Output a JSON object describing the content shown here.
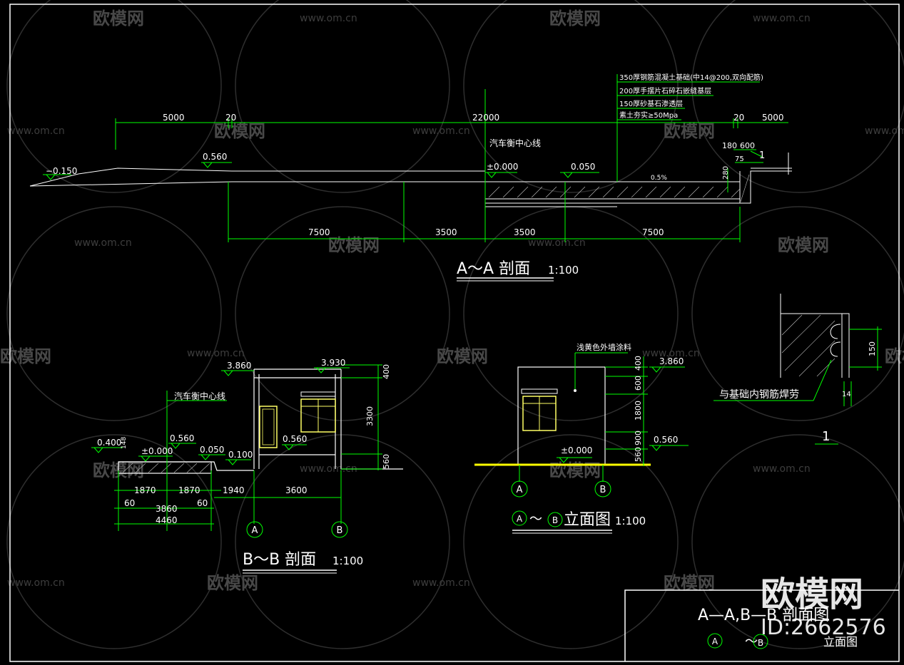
{
  "colors": {
    "background": "#000000",
    "line": "#ffffff",
    "dimension": "#00ff00",
    "hatch": "#c0c0c0",
    "ground": "#ffff00",
    "window": "#ffff66",
    "watermark": "#3c3c3c"
  },
  "watermark": {
    "site": "www.om.cn",
    "brand": "欧模网",
    "big_brand": "欧模网",
    "big_id": "ID:2662576"
  },
  "section_aa": {
    "title": "A～A 剖面",
    "scale": "1:100",
    "top_dims": [
      "5000",
      "20",
      "22000",
      "20",
      "5000"
    ],
    "bottom_dims": [
      "7500",
      "3500",
      "3500",
      "7500"
    ],
    "elev_left": "−0.150",
    "elev_ramp": "0.560",
    "elev_zero": "±0.000",
    "elev_slab": "0.050",
    "slope": "0.5%",
    "centerline": "汽车衡中心线",
    "edge_dims": [
      "180",
      "600",
      "75",
      "280"
    ],
    "detail_ref": "1",
    "layers": [
      "350厚钢筋混凝土基础(中14@200,双向配筋)",
      "200厚手摆片石碎石嵌缝基层",
      "150厚砂基石渗透层",
      "素土夯实≥50Mpa"
    ]
  },
  "section_bb": {
    "title": "B～B 剖面",
    "scale": "1:100",
    "centerline": "汽车衡中心线",
    "elevations": [
      "3.860",
      "3.930",
      "0.400",
      "0.560",
      "±0.000",
      "0.050",
      "0.100",
      "0.560"
    ],
    "small_dim": "148",
    "right_dims": [
      "400",
      "3300",
      "560"
    ],
    "bottom_dims_1": [
      "1870",
      "1870",
      "1940",
      "3600"
    ],
    "bottom_dims_2": [
      "60",
      "60"
    ],
    "bottom_dims_3": [
      "3860"
    ],
    "bottom_dims_4": [
      "4460"
    ],
    "axis_a": "A",
    "axis_b": "B"
  },
  "elevation_ab": {
    "title_a": "A",
    "title_sep": "～",
    "title_b": "B",
    "title_text": "立面图",
    "scale": "1:100",
    "paint_note": "浅黄色外墙涂料",
    "elev_top": "3.860",
    "elev_zero": "±0.000",
    "elev_side": "0.560",
    "right_dims": [
      "400",
      "600",
      "1800",
      "900",
      "560"
    ],
    "axis_a": "A",
    "axis_b": "B"
  },
  "detail_1": {
    "note": "与基础内钢筋焊劳",
    "dim_150": "150",
    "dim_14": "14",
    "label": "1"
  },
  "title_block": {
    "line1": "A—A,B—B 剖面图",
    "circle_a": "A",
    "sep": "～",
    "circle_b": "B",
    "line2": "立面图"
  }
}
